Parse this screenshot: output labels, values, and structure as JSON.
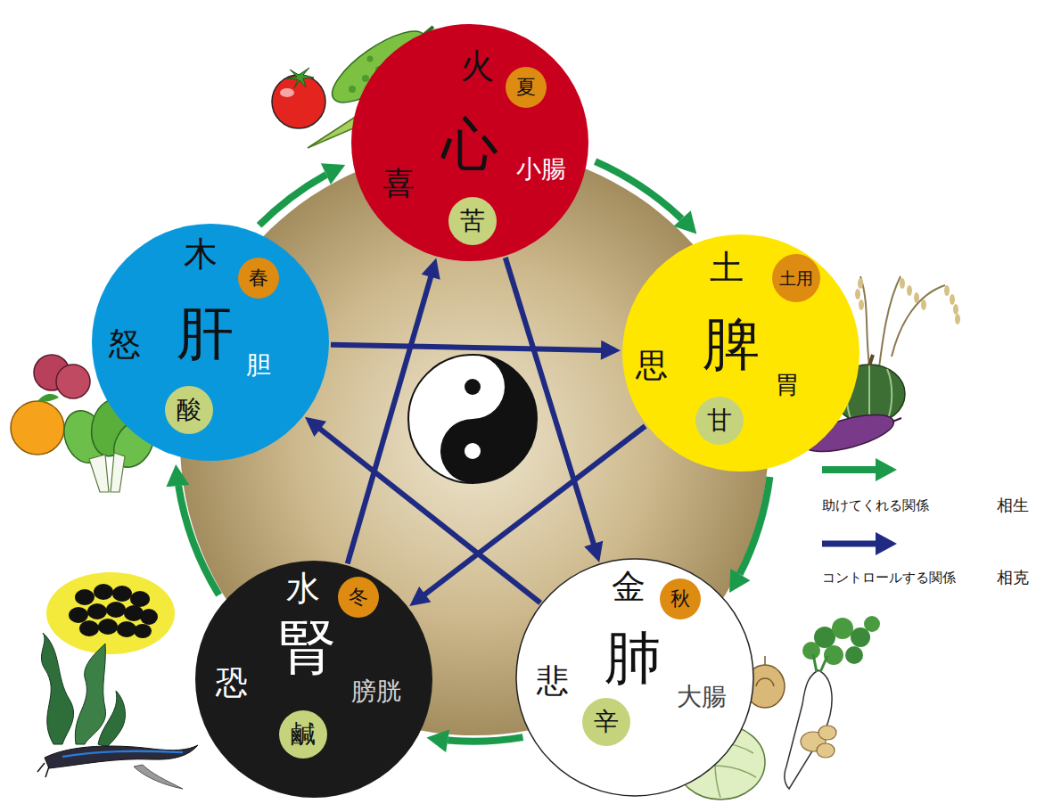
{
  "diagram": {
    "nodes": [
      {
        "text": [
          "火",
          "心",
          "小腸",
          "喜"
        ]
      },
      {
        "text": [
          "夏"
        ],
        "in": 0
      },
      {
        "text": [
          "苦"
        ],
        "in": 0
      },
      {
        "text": [
          "土",
          "脾",
          "胃",
          "思"
        ]
      },
      {
        "text": [
          "土用"
        ],
        "in": 3
      },
      {
        "text": [
          "甘"
        ],
        "in": 3
      },
      {
        "text": [
          "金",
          "肺",
          "大腸",
          "悲"
        ]
      },
      {
        "text": [
          "秋"
        ],
        "in": 6
      },
      {
        "text": [
          "辛"
        ],
        "in": 6
      },
      {
        "text": [
          "水",
          "腎",
          "膀胱",
          "恐"
        ]
      },
      {
        "text": [
          "冬"
        ],
        "in": 9
      },
      {
        "text": [
          "鹹"
        ],
        "in": 9
      },
      {
        "text": [
          "木",
          "肝",
          "胆",
          "怒"
        ]
      },
      {
        "text": [
          "春"
        ],
        "in": 12
      },
      {
        "text": [
          "酸"
        ],
        "in": 12
      }
    ],
    "edges": [
      {
        "from": 12,
        "to": 0,
        "arrow": "to"
      },
      {
        "from": 0,
        "to": 3,
        "arrow": "to"
      },
      {
        "from": 3,
        "to": 6,
        "arrow": "to"
      },
      {
        "from": 6,
        "to": 9,
        "arrow": "to"
      },
      {
        "from": 9,
        "to": 12,
        "arrow": "to"
      },
      {
        "from": 12,
        "to": 3,
        "arrow": "to"
      },
      {
        "from": 3,
        "to": 9,
        "arrow": "to"
      },
      {
        "from": 9,
        "to": 0,
        "arrow": "to"
      },
      {
        "from": 0,
        "to": 6,
        "arrow": "to"
      },
      {
        "from": 6,
        "to": 12,
        "arrow": "to"
      }
    ],
    "labels": [
      "相生",
      "相克"
    ],
    "legend": [
      {
        "text": "助けてくれる関係"
      },
      {
        "text": "コントロールする関係"
      }
    ]
  }
}
